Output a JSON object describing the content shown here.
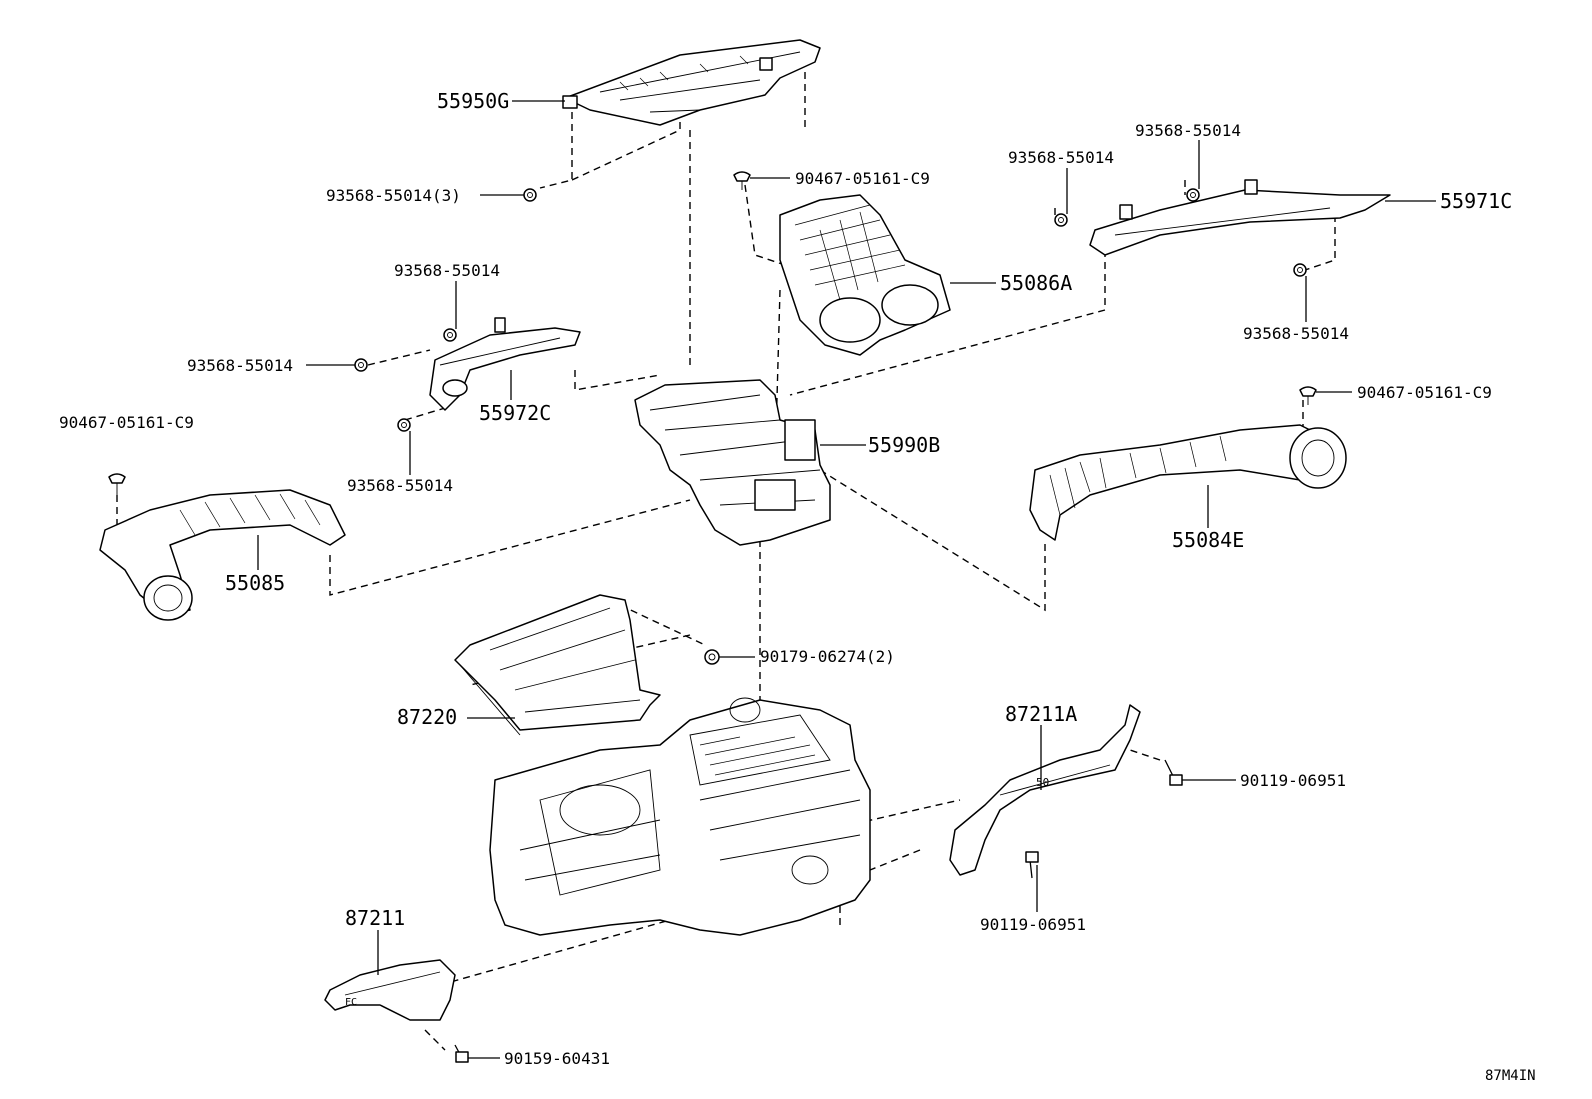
{
  "diagram": {
    "labels": {
      "p55950G": "55950G",
      "p93568_3": "93568-55014(3)",
      "p90467_a": "90467-05161-C9",
      "p55086A": "55086A",
      "p93568_a": "93568-55014",
      "p93568_b": "93568-55014",
      "p55971C": "55971C",
      "p93568_c": "93568-55014",
      "p93568_d": "93568-55014",
      "p93568_e": "93568-55014",
      "p55972C": "55972C",
      "p93568_f": "93568-55014",
      "p90467_b": "90467-05161-C9",
      "p55990B": "55990B",
      "p90467_c": "90467-05161-C9",
      "p55084E": "55084E",
      "p55085": "55085",
      "p90179": "90179-06274(2)",
      "p87220": "87220",
      "p87211A": "87211A",
      "p90119_a": "90119-06951",
      "p90119_b": "90119-06951",
      "p87211": "87211",
      "p90159": "90159-60431",
      "figure_code": "87M4IN"
    }
  }
}
